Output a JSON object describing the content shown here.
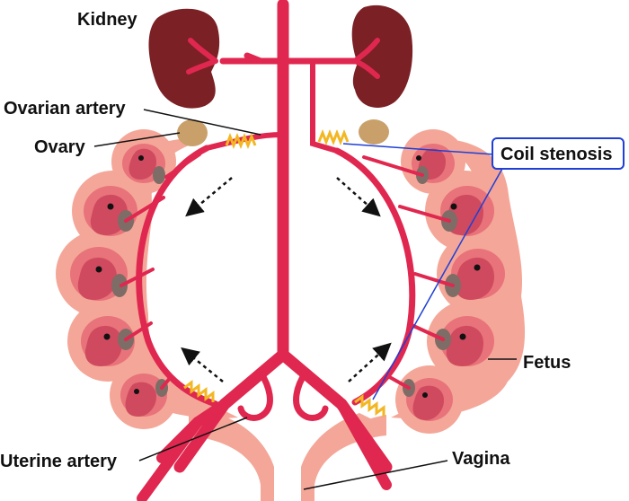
{
  "labels": {
    "kidney": "Kidney",
    "ovarian_artery": "Ovarian artery",
    "ovary": "Ovary",
    "coil_stenosis": "Coil stenosis",
    "fetus": "Fetus",
    "uterine_artery": "Uterine artery",
    "vagina": "Vagina"
  },
  "colors": {
    "artery": "#e0274f",
    "kidney": "#7b2024",
    "ovary": "#c9a06a",
    "uterus_outer": "#f4a798",
    "uterus_inner": "#e8737a",
    "fetus": "#cf4a5e",
    "placenta": "#7d6d66",
    "coil": "#f2b722",
    "callout": "#1f3fd6"
  }
}
